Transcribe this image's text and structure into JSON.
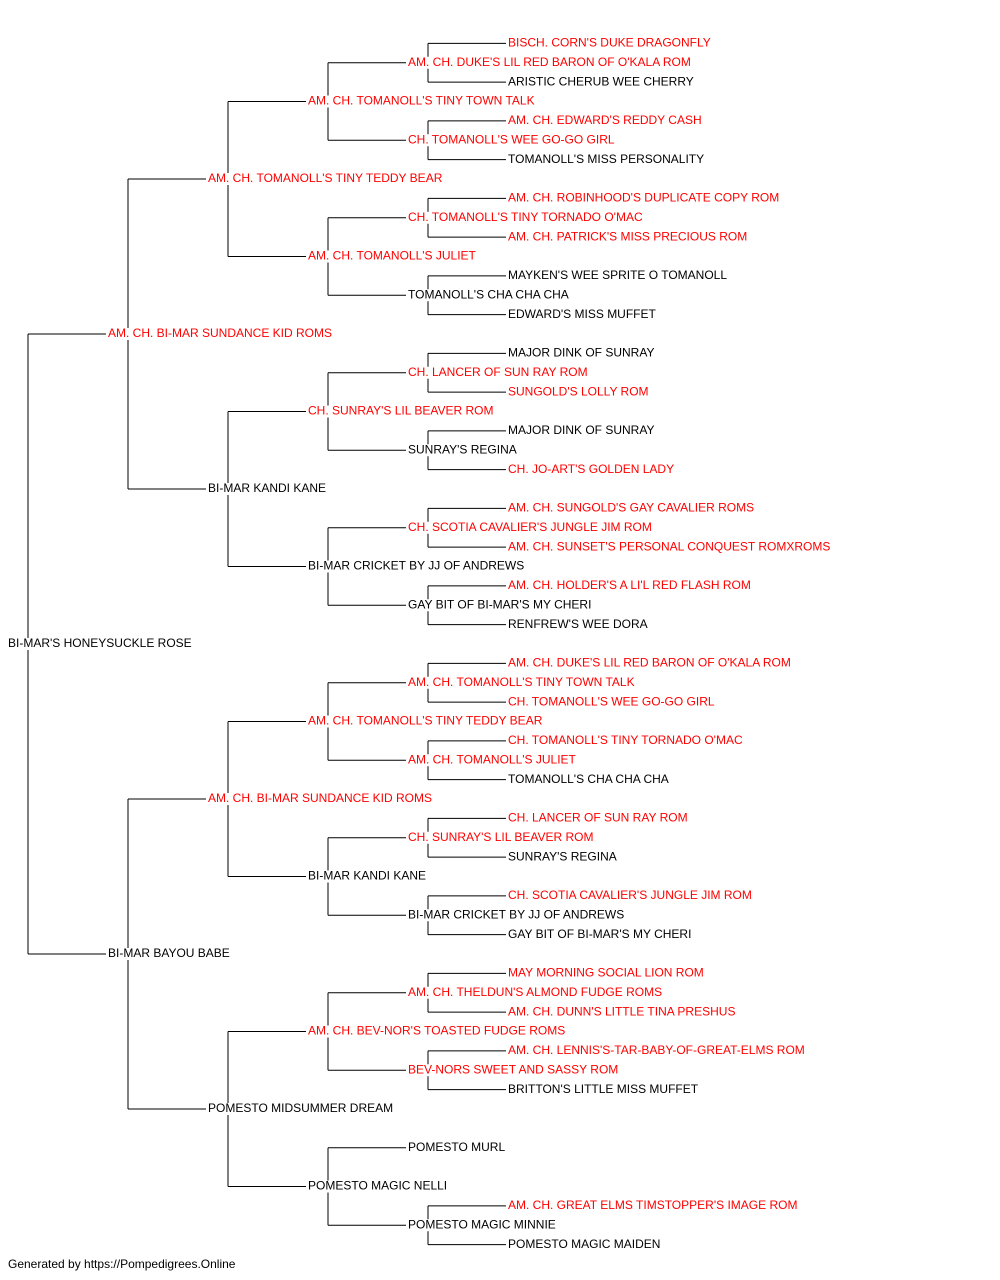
{
  "colors": {
    "champion": "#ff0000",
    "normal": "#000000",
    "line": "#000000"
  },
  "footer": "Generated by https://Pompedigrees.Online",
  "pedigree": {
    "name": "BI-MAR'S HONEYSUCKLE ROSE",
    "ch": false,
    "sire": {
      "name": "AM. CH. BI-MAR SUNDANCE KID ROMS",
      "ch": true,
      "sire": {
        "name": "AM. CH. TOMANOLL'S TINY TEDDY BEAR",
        "ch": true,
        "sire": {
          "name": "AM. CH. TOMANOLL'S TINY TOWN TALK",
          "ch": true,
          "sire": {
            "name": "AM. CH. DUKE'S LIL RED BARON OF O'KALA ROM",
            "ch": true,
            "sire": {
              "name": "BISCH. CORN'S DUKE DRAGONFLY",
              "ch": true
            },
            "dam": {
              "name": "ARISTIC CHERUB WEE CHERRY",
              "ch": false
            }
          },
          "dam": {
            "name": "CH. TOMANOLL'S WEE GO-GO GIRL",
            "ch": true,
            "sire": {
              "name": "AM. CH. EDWARD'S REDDY CASH",
              "ch": true
            },
            "dam": {
              "name": "TOMANOLL'S MISS PERSONALITY",
              "ch": false
            }
          }
        },
        "dam": {
          "name": "AM. CH. TOMANOLL'S JULIET",
          "ch": true,
          "sire": {
            "name": "CH. TOMANOLL'S TINY TORNADO O'MAC",
            "ch": true,
            "sire": {
              "name": "AM. CH. ROBINHOOD'S DUPLICATE COPY ROM",
              "ch": true
            },
            "dam": {
              "name": "AM. CH. PATRICK'S MISS PRECIOUS ROM",
              "ch": true
            }
          },
          "dam": {
            "name": "TOMANOLL'S CHA CHA CHA",
            "ch": false,
            "sire": {
              "name": "MAYKEN'S WEE SPRITE O TOMANOLL",
              "ch": false
            },
            "dam": {
              "name": "EDWARD'S MISS MUFFET",
              "ch": false
            }
          }
        }
      },
      "dam": {
        "name": "BI-MAR KANDI KANE",
        "ch": false,
        "sire": {
          "name": "CH. SUNRAY'S LIL BEAVER ROM",
          "ch": true,
          "sire": {
            "name": "CH. LANCER OF SUN RAY ROM",
            "ch": true,
            "sire": {
              "name": "MAJOR DINK OF SUNRAY",
              "ch": false
            },
            "dam": {
              "name": "SUNGOLD'S LOLLY ROM",
              "ch": true
            }
          },
          "dam": {
            "name": "SUNRAY'S REGINA",
            "ch": false,
            "sire": {
              "name": "MAJOR DINK OF SUNRAY",
              "ch": false
            },
            "dam": {
              "name": "CH. JO-ART'S GOLDEN LADY",
              "ch": true
            }
          }
        },
        "dam": {
          "name": "BI-MAR CRICKET BY JJ OF ANDREWS",
          "ch": false,
          "sire": {
            "name": "CH. SCOTIA CAVALIER'S JUNGLE JIM ROM",
            "ch": true,
            "sire": {
              "name": "AM. CH. SUNGOLD'S GAY CAVALIER ROMS",
              "ch": true
            },
            "dam": {
              "name": "AM. CH. SUNSET'S PERSONAL CONQUEST ROMXROMS",
              "ch": true
            }
          },
          "dam": {
            "name": "GAY BIT OF BI-MAR'S MY CHERI",
            "ch": false,
            "sire": {
              "name": "AM. CH. HOLDER'S A LI'L RED FLASH ROM",
              "ch": true
            },
            "dam": {
              "name": "RENFREW'S WEE DORA",
              "ch": false
            }
          }
        }
      }
    },
    "dam": {
      "name": "BI-MAR BAYOU BABE",
      "ch": false,
      "sire": {
        "name": "AM. CH. BI-MAR SUNDANCE KID ROMS",
        "ch": true,
        "sire": {
          "name": "AM. CH. TOMANOLL'S TINY TEDDY BEAR",
          "ch": true,
          "sire": {
            "name": "AM. CH. TOMANOLL'S TINY TOWN TALK",
            "ch": true,
            "sire": {
              "name": "AM. CH. DUKE'S LIL RED BARON OF O'KALA ROM",
              "ch": true
            },
            "dam": {
              "name": "CH. TOMANOLL'S WEE GO-GO GIRL",
              "ch": true
            }
          },
          "dam": {
            "name": "AM. CH. TOMANOLL'S JULIET",
            "ch": true,
            "sire": {
              "name": "CH. TOMANOLL'S TINY TORNADO O'MAC",
              "ch": true
            },
            "dam": {
              "name": "TOMANOLL'S CHA CHA CHA",
              "ch": false
            }
          }
        },
        "dam": {
          "name": "BI-MAR KANDI KANE",
          "ch": false,
          "sire": {
            "name": "CH. SUNRAY'S LIL BEAVER ROM",
            "ch": true,
            "sire": {
              "name": "CH. LANCER OF SUN RAY ROM",
              "ch": true
            },
            "dam": {
              "name": "SUNRAY'S REGINA",
              "ch": false
            }
          },
          "dam": {
            "name": "BI-MAR CRICKET BY JJ OF ANDREWS",
            "ch": false,
            "sire": {
              "name": "CH. SCOTIA CAVALIER'S JUNGLE JIM ROM",
              "ch": true
            },
            "dam": {
              "name": "GAY BIT OF BI-MAR'S MY CHERI",
              "ch": false
            }
          }
        }
      },
      "dam": {
        "name": "POMESTO MIDSUMMER DREAM",
        "ch": false,
        "sire": {
          "name": "AM. CH. BEV-NOR'S TOASTED FUDGE ROMS",
          "ch": true,
          "sire": {
            "name": "AM. CH. THELDUN'S ALMOND FUDGE ROMS",
            "ch": true,
            "sire": {
              "name": "MAY MORNING SOCIAL LION ROM",
              "ch": true
            },
            "dam": {
              "name": "AM. CH. DUNN'S LITTLE TINA PRESHUS",
              "ch": true
            }
          },
          "dam": {
            "name": "BEV-NORS SWEET AND SASSY ROM",
            "ch": true,
            "sire": {
              "name": "AM. CH. LENNIS'S-TAR-BABY-OF-GREAT-ELMS ROM",
              "ch": true
            },
            "dam": {
              "name": "BRITTON'S LITTLE MISS MUFFET",
              "ch": false
            }
          }
        },
        "dam": {
          "name": "POMESTO MAGIC NELLI",
          "ch": false,
          "sire": {
            "name": "POMESTO MURL",
            "ch": false
          },
          "dam": {
            "name": "POMESTO MAGIC MINNIE",
            "ch": false,
            "sire": {
              "name": "AM. CH. GREAT ELMS TIMSTOPPER'S IMAGE ROM",
              "ch": true
            },
            "dam": {
              "name": "POMESTO MAGIC MAIDEN",
              "ch": false
            }
          }
        }
      }
    }
  }
}
